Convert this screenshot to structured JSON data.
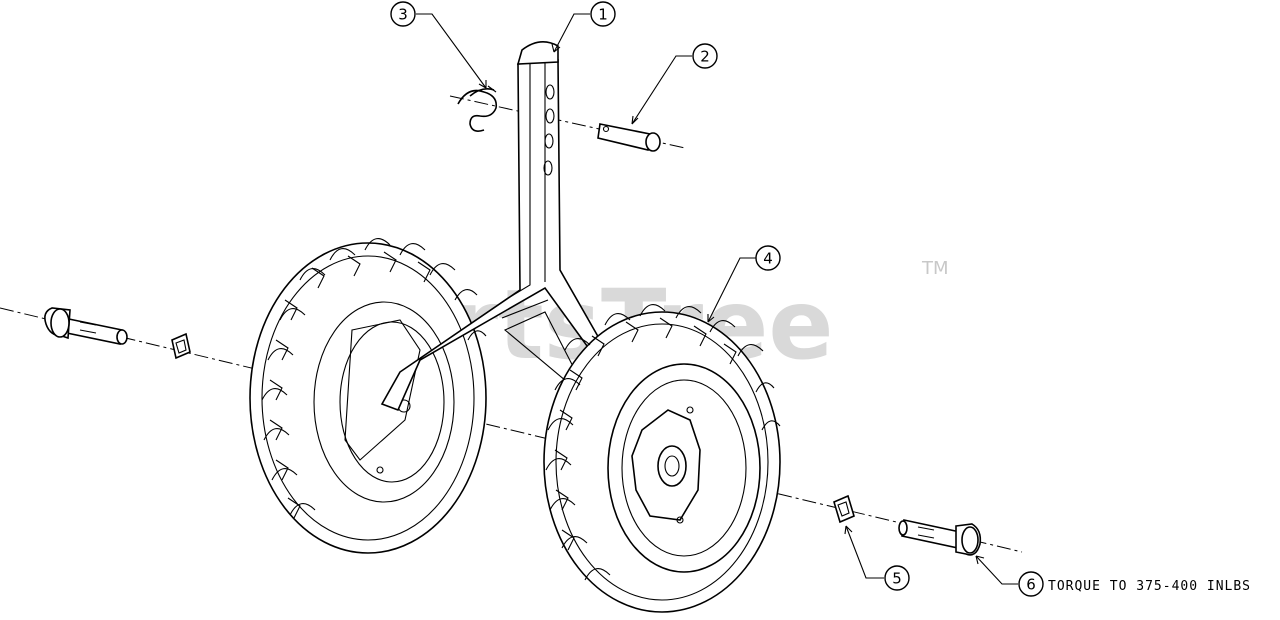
{
  "watermark": {
    "text": "PartsTree",
    "trademark": "TM"
  },
  "callouts": [
    {
      "label": "1"
    },
    {
      "label": "2"
    },
    {
      "label": "3"
    },
    {
      "label": "4"
    },
    {
      "label": "5"
    },
    {
      "label": "6"
    }
  ],
  "note": {
    "text": "TORQUE TO 375-400 INLBS"
  }
}
